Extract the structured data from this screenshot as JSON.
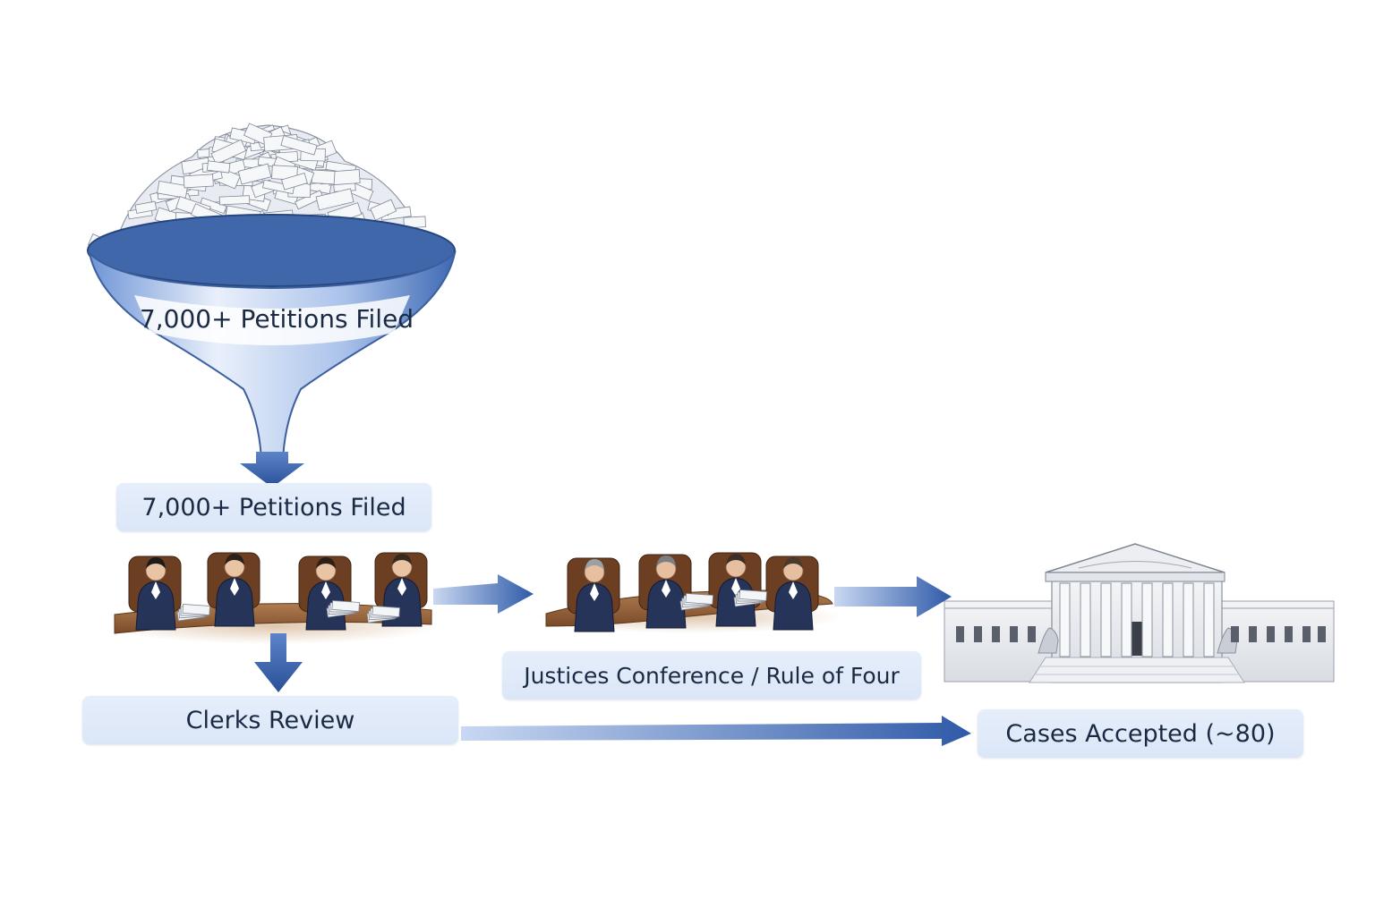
{
  "diagram": {
    "funnel_label": "7,000+ Petitions Filed",
    "stage_petitions": "7,000+ Petitions Filed",
    "stage_clerks": "Clerks Review",
    "stage_conference": "Justices Conference / Rule of Four",
    "stage_accepted": "Cases Accepted (~80)"
  },
  "colors": {
    "arrow_blue": "#2f5aa8",
    "arrow_light": "#c9d8f2",
    "label_bg": "#dfe8f8",
    "label_text": "#1b2a44",
    "suit_navy": "#26345a",
    "table_brown": "#8a5a36",
    "chair_brown": "#6d3f22",
    "building_stone": "#e9ecef"
  }
}
